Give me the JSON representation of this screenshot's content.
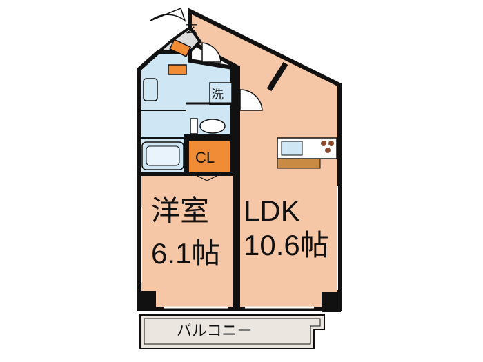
{
  "floor_plan": {
    "rooms": {
      "western": {
        "name": "洋室",
        "size": "6.1帖"
      },
      "ldk": {
        "name": "LDK",
        "size": "10.6帖"
      },
      "closet": {
        "name": "CL"
      },
      "washroom": {
        "name": "洗"
      },
      "entrance": {
        "name": "玄"
      },
      "balcony": {
        "name": "バルコニー"
      }
    },
    "colors": {
      "room_fill": "#f6c7a7",
      "wet_area_fill": "#cfe6f5",
      "closet_fill": "#f08c35",
      "balcony_fill": "#ece6e0",
      "wall": "#111111",
      "kitchen_counter": "#c98a44"
    }
  }
}
